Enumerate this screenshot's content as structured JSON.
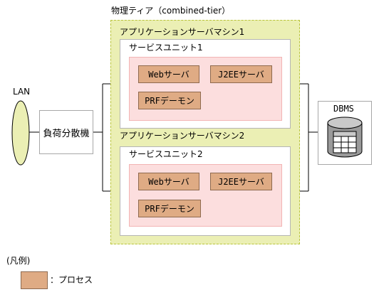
{
  "tier_title": "物理ティア（combined-tier）",
  "load_balancer": "負荷分散機",
  "lan": "LAN",
  "dbms": "DBMS",
  "servers": [
    {
      "name": "アプリケーションサーバマシン1",
      "unit": "サービスユニット1",
      "processes": [
        "Webサーバ",
        "J2EEサーバ",
        "PRFデーモン"
      ]
    },
    {
      "name": "アプリケーションサーバマシン2",
      "unit": "サービスユニット2",
      "processes": [
        "Webサーバ",
        "J2EEサーバ",
        "PRFデーモン"
      ]
    }
  ],
  "legend": {
    "title": "(凡例)",
    "process_label": "：プロセス"
  },
  "colors": {
    "tier_fill": "#ebefb4",
    "tier_border": "#b9c43a",
    "unit_fill": "#fcdede",
    "process_fill": "#dfab84"
  }
}
